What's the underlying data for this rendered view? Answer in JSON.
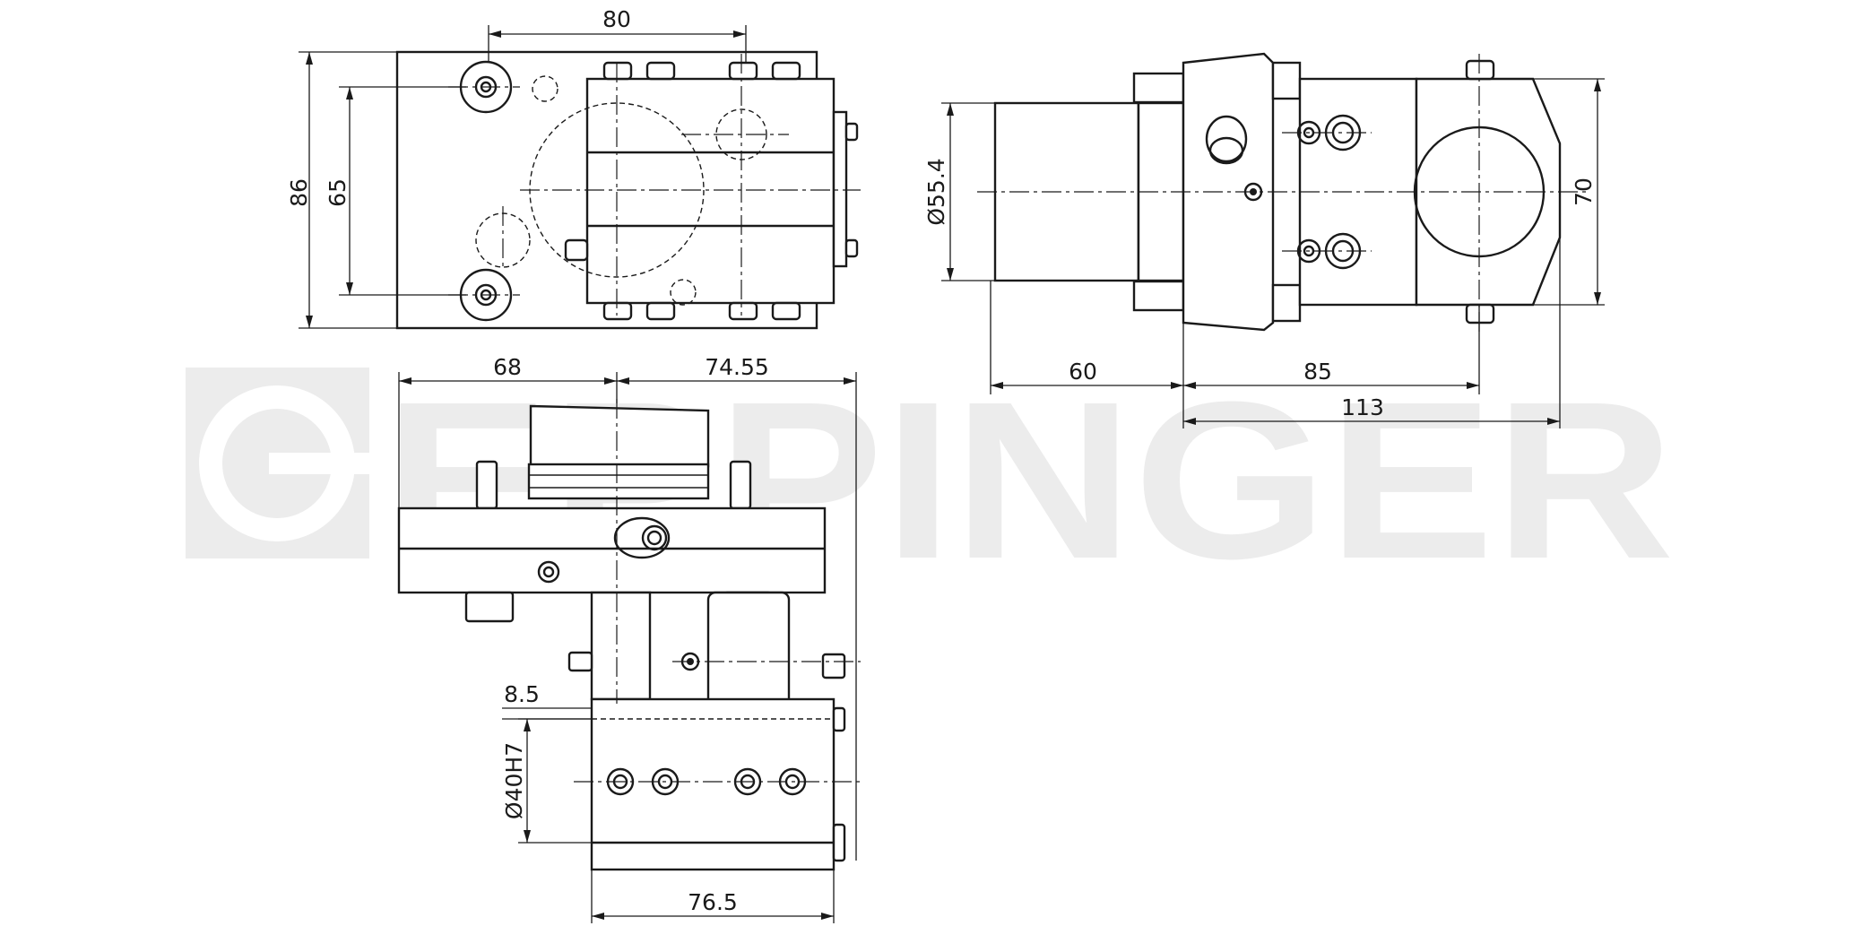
{
  "watermark": {
    "brand": "EPPINGER",
    "color": "#ececec"
  },
  "colors": {
    "line": "#1a1a1a",
    "background": "#ffffff"
  },
  "dimensions": {
    "top_view": {
      "width_top": "80",
      "height_outer": "86",
      "height_inner": "65"
    },
    "side_view": {
      "diameter_spindle": "Ø55.4",
      "height_right": "70",
      "length_spindle": "60",
      "length_mid": "85",
      "length_total": "113"
    },
    "front_view": {
      "left_offset": "68",
      "right_offset": "74.55",
      "step": "8.5",
      "bore": "Ø40H7",
      "width_bottom": "76.5"
    }
  }
}
